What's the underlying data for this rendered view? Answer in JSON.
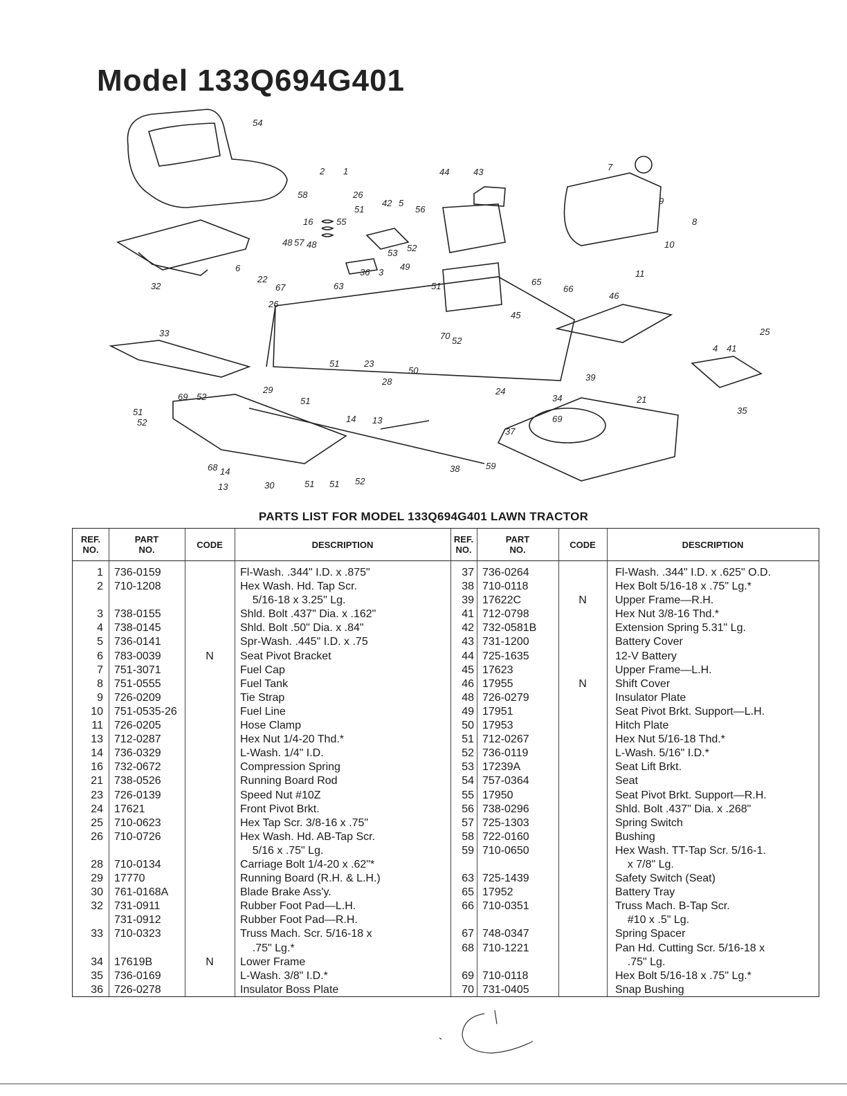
{
  "title": "Model 133Q694G401",
  "parts_list_title": "PARTS LIST FOR MODEL 133Q694G401 LAWN TRACTOR",
  "headers": {
    "ref_line1": "REF.",
    "ref_line2": "NO.",
    "part_line1": "PART",
    "part_line2": "NO.",
    "code": "CODE",
    "description": "DESCRIPTION"
  },
  "left_rows": [
    {
      "ref": "1",
      "part": "736-0159",
      "code": "",
      "desc": "Fl-Wash. .344\" I.D. x .875\""
    },
    {
      "ref": "2",
      "part": "710-1208",
      "code": "",
      "desc": "Hex Wash. Hd. Tap Scr."
    },
    {
      "ref": "",
      "part": "",
      "code": "",
      "desc": "    5/16-18 x 3.25\" Lg."
    },
    {
      "ref": "3",
      "part": "738-0155",
      "code": "",
      "desc": "Shld. Bolt .437\" Dia. x .162\""
    },
    {
      "ref": "4",
      "part": "738-0145",
      "code": "",
      "desc": "Shld. Bolt .50\" Dia. x .84\""
    },
    {
      "ref": "5",
      "part": "736-0141",
      "code": "",
      "desc": "Spr-Wash. .445\" I.D. x .75"
    },
    {
      "ref": "6",
      "part": "783-0039",
      "code": "N",
      "desc": "Seat Pivot Bracket"
    },
    {
      "ref": "7",
      "part": "751-3071",
      "code": "",
      "desc": "Fuel Cap"
    },
    {
      "ref": "8",
      "part": "751-0555",
      "code": "",
      "desc": "Fuel Tank"
    },
    {
      "ref": "9",
      "part": "726-0209",
      "code": "",
      "desc": "Tie Strap"
    },
    {
      "ref": "10",
      "part": "751-0535-26",
      "code": "",
      "desc": "Fuel Line"
    },
    {
      "ref": "11",
      "part": "726-0205",
      "code": "",
      "desc": "Hose Clamp"
    },
    {
      "ref": "13",
      "part": "712-0287",
      "code": "",
      "desc": "Hex Nut 1/4-20 Thd.*"
    },
    {
      "ref": "14",
      "part": "736-0329",
      "code": "",
      "desc": "L-Wash. 1/4\" I.D."
    },
    {
      "ref": "16",
      "part": "732-0672",
      "code": "",
      "desc": "Compression Spring"
    },
    {
      "ref": "21",
      "part": "738-0526",
      "code": "",
      "desc": "Running Board Rod"
    },
    {
      "ref": "23",
      "part": "726-0139",
      "code": "",
      "desc": "Speed Nut #10Z"
    },
    {
      "ref": "24",
      "part": "17621",
      "code": "",
      "desc": "Front Pivot Brkt."
    },
    {
      "ref": "25",
      "part": "710-0623",
      "code": "",
      "desc": "Hex Tap Scr. 3/8-16 x .75\""
    },
    {
      "ref": "26",
      "part": "710-0726",
      "code": "",
      "desc": "Hex Wash. Hd. AB-Tap Scr."
    },
    {
      "ref": "",
      "part": "",
      "code": "",
      "desc": "    5/16 x .75\" Lg."
    },
    {
      "ref": "28",
      "part": "710-0134",
      "code": "",
      "desc": "Carriage Bolt 1/4-20 x .62\"*"
    },
    {
      "ref": "29",
      "part": "17770",
      "code": "",
      "desc": "Running Board (R.H. & L.H.)"
    },
    {
      "ref": "30",
      "part": "761-0168A",
      "code": "",
      "desc": "Blade Brake Ass'y."
    },
    {
      "ref": "32",
      "part": "731-0911",
      "code": "",
      "desc": "Rubber Foot Pad—L.H."
    },
    {
      "ref": "",
      "part": "731-0912",
      "code": "",
      "desc": "Rubber Foot Pad—R.H."
    },
    {
      "ref": "33",
      "part": "710-0323",
      "code": "",
      "desc": "Truss Mach. Scr. 5/16-18 x"
    },
    {
      "ref": "",
      "part": "",
      "code": "",
      "desc": "    .75\" Lg.*"
    },
    {
      "ref": "34",
      "part": "17619B",
      "code": "N",
      "desc": "Lower Frame"
    },
    {
      "ref": "35",
      "part": "736-0169",
      "code": "",
      "desc": "L-Wash. 3/8\" I.D.*"
    },
    {
      "ref": "36",
      "part": "726-0278",
      "code": "",
      "desc": "Insulator Boss Plate"
    }
  ],
  "right_rows": [
    {
      "ref": "37",
      "part": "736-0264",
      "code": "",
      "desc": "Fl-Wash. .344\" I.D. x .625\" O.D."
    },
    {
      "ref": "38",
      "part": "710-0118",
      "code": "",
      "desc": "Hex Bolt 5/16-18 x .75\" Lg.*"
    },
    {
      "ref": "39",
      "part": "17622C",
      "code": "N",
      "desc": "Upper Frame—R.H."
    },
    {
      "ref": "41",
      "part": "712-0798",
      "code": "",
      "desc": "Hex Nut 3/8-16 Thd.*"
    },
    {
      "ref": "42",
      "part": "732-0581B",
      "code": "",
      "desc": "Extension Spring 5.31\" Lg."
    },
    {
      "ref": "43",
      "part": "731-1200",
      "code": "",
      "desc": "Battery Cover"
    },
    {
      "ref": "44",
      "part": "725-1635",
      "code": "",
      "desc": "12-V Battery"
    },
    {
      "ref": "45",
      "part": "17623",
      "code": "",
      "desc": "Upper Frame—L.H."
    },
    {
      "ref": "46",
      "part": "17955",
      "code": "N",
      "desc": "Shift Cover"
    },
    {
      "ref": "48",
      "part": "726-0279",
      "code": "",
      "desc": "Insulator Plate"
    },
    {
      "ref": "49",
      "part": "17951",
      "code": "",
      "desc": "Seat Pivot Brkt. Support—L.H."
    },
    {
      "ref": "50",
      "part": "17953",
      "code": "",
      "desc": "Hitch Plate"
    },
    {
      "ref": "51",
      "part": "712-0267",
      "code": "",
      "desc": "Hex Nut 5/16-18 Thd.*"
    },
    {
      "ref": "52",
      "part": "736-0119",
      "code": "",
      "desc": "L-Wash. 5/16\" I.D.*"
    },
    {
      "ref": "53",
      "part": "17239A",
      "code": "",
      "desc": "Seat Lift Brkt."
    },
    {
      "ref": "54",
      "part": "757-0364",
      "code": "",
      "desc": "Seat"
    },
    {
      "ref": "55",
      "part": "17950",
      "code": "",
      "desc": "Seat Pivot Brkt. Support—R.H."
    },
    {
      "ref": "56",
      "part": "738-0296",
      "code": "",
      "desc": "Shld. Bolt .437\" Dia. x .268\""
    },
    {
      "ref": "57",
      "part": "725-1303",
      "code": "",
      "desc": "Spring Switch"
    },
    {
      "ref": "58",
      "part": "722-0160",
      "code": "",
      "desc": "Bushing"
    },
    {
      "ref": "59",
      "part": "710-0650",
      "code": "",
      "desc": "Hex Wash. TT-Tap Scr. 5/16-1."
    },
    {
      "ref": "",
      "part": "",
      "code": "",
      "desc": "    x 7/8\" Lg."
    },
    {
      "ref": "63",
      "part": "725-1439",
      "code": "",
      "desc": "Safety Switch (Seat)"
    },
    {
      "ref": "65",
      "part": "17952",
      "code": "",
      "desc": "Battery Tray"
    },
    {
      "ref": "66",
      "part": "710-0351",
      "code": "",
      "desc": "Truss Mach. B-Tap Scr."
    },
    {
      "ref": "",
      "part": "",
      "code": "",
      "desc": "    #10 x .5\" Lg."
    },
    {
      "ref": "67",
      "part": "748-0347",
      "code": "",
      "desc": "Spring Spacer"
    },
    {
      "ref": "68",
      "part": "710-1221",
      "code": "",
      "desc": "Pan Hd. Cutting Scr. 5/16-18 x"
    },
    {
      "ref": "",
      "part": "",
      "code": "",
      "desc": "    .75\" Lg."
    },
    {
      "ref": "69",
      "part": "710-0118",
      "code": "",
      "desc": "Hex Bolt 5/16-18 x .75\" Lg.*"
    },
    {
      "ref": "70",
      "part": "731-0405",
      "code": "",
      "desc": "Snap Bushing"
    }
  ],
  "diagram_labels": [
    "54",
    "2",
    "1",
    "58",
    "26",
    "42",
    "5",
    "56",
    "16",
    "55",
    "51",
    "52",
    "53",
    "48",
    "57",
    "48",
    "22",
    "67",
    "26",
    "63",
    "36",
    "3",
    "49",
    "51",
    "44",
    "43",
    "65",
    "7",
    "9",
    "8",
    "10",
    "11",
    "66",
    "46",
    "45",
    "70",
    "52",
    "51",
    "23",
    "50",
    "33",
    "32",
    "6",
    "25",
    "4",
    "41",
    "35",
    "29",
    "28",
    "69",
    "52",
    "51",
    "51",
    "52",
    "14",
    "13",
    "39",
    "21",
    "34",
    "24",
    "37",
    "69",
    "38",
    "59",
    "68",
    "14",
    "13",
    "30",
    "51",
    "51",
    "52"
  ]
}
